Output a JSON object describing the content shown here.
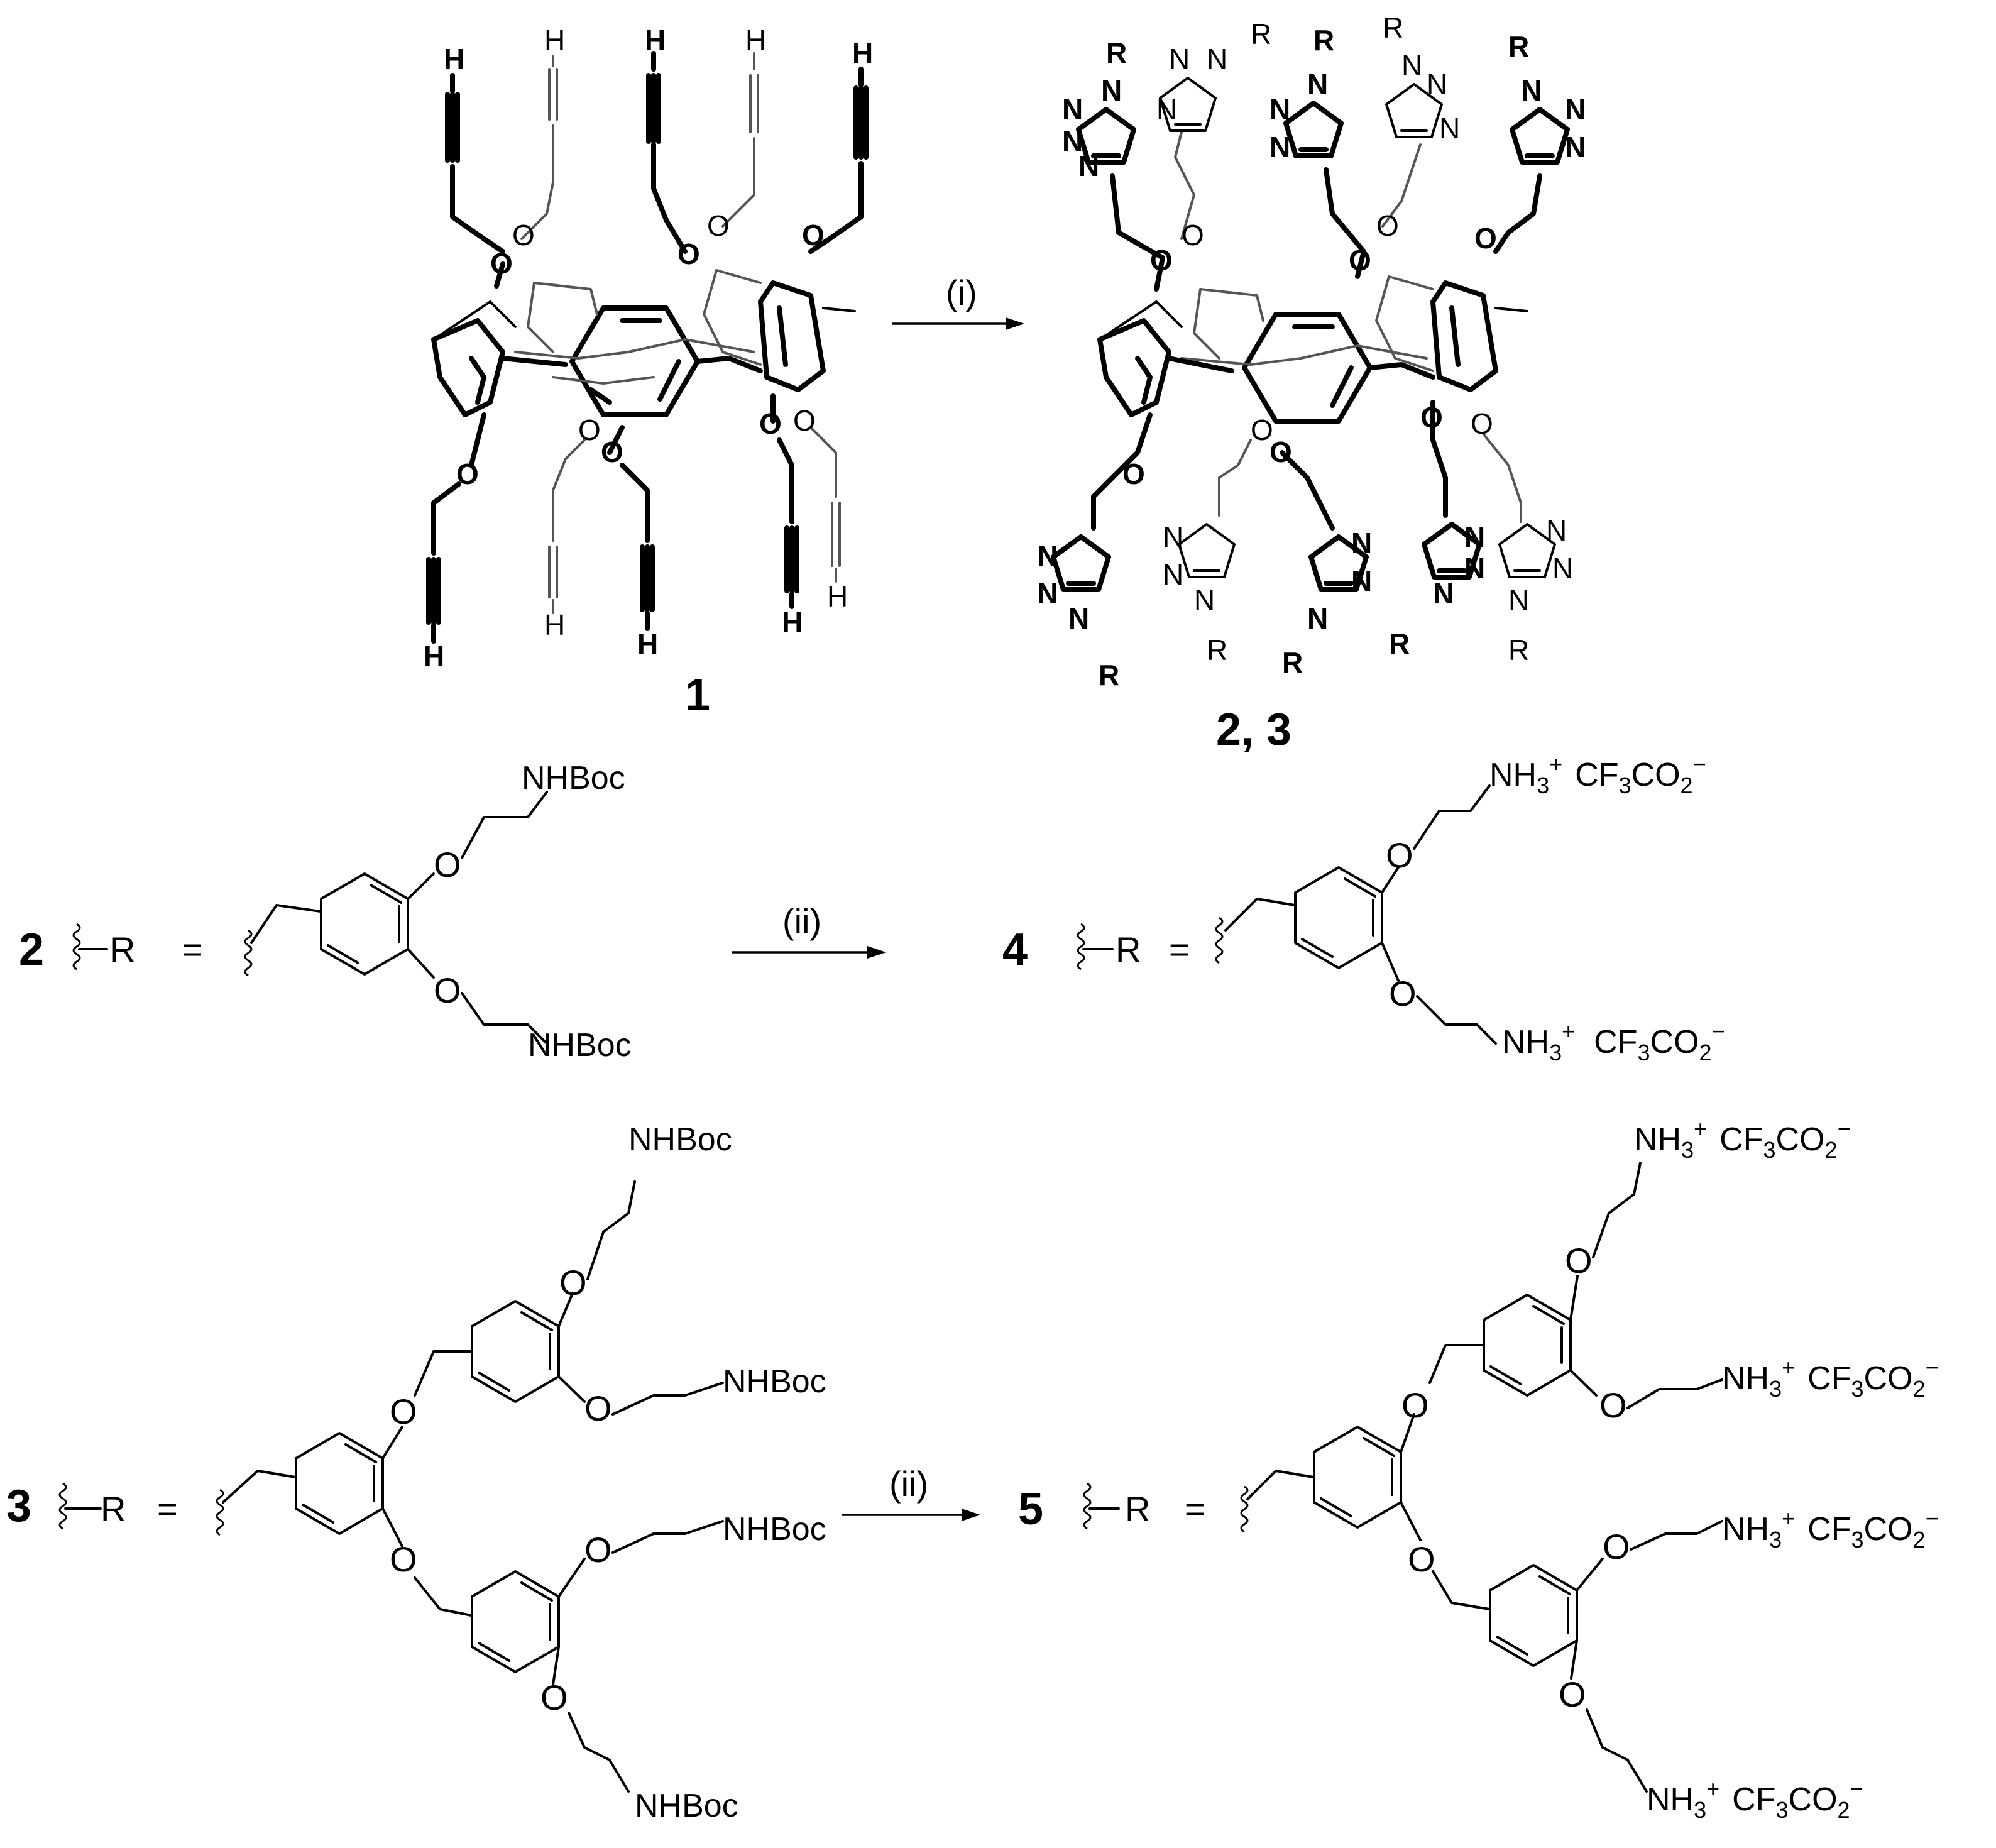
{
  "compounds": {
    "c1": "1",
    "c23": "2, 3",
    "c2": "2",
    "c3": "3",
    "c4": "4",
    "c5": "5"
  },
  "conditions": {
    "step1": "(i)",
    "step2a": "(ii)",
    "step2b": "(ii)"
  },
  "substituent": {
    "r": "R",
    "equals": "=",
    "boc": "NHBoc",
    "ammonium": "NH",
    "ammonium_sub": "3",
    "ammonium_sup": "+",
    "cf": "CF",
    "cf_sub": "3",
    "co": "CO",
    "co_sub": "2",
    "co_sup": "−"
  },
  "atoms": {
    "h": "H",
    "o": "O",
    "n": "N"
  }
}
